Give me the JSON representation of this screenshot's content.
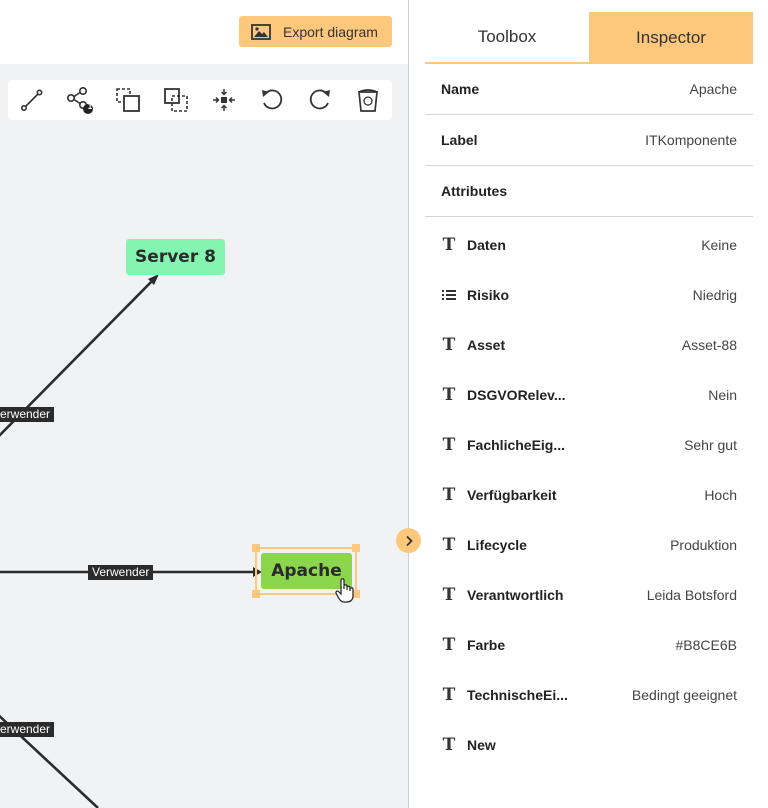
{
  "header": {
    "export_label": "Export diagram",
    "export_icon": "image-icon"
  },
  "toolbar": {
    "tools": [
      {
        "name": "connect-tool",
        "icon": "connector-icon"
      },
      {
        "name": "share-tool",
        "icon": "share-icon",
        "badge": "1"
      },
      {
        "name": "select-area-tool",
        "icon": "select-area-icon"
      },
      {
        "name": "group-tool",
        "icon": "group-icon"
      },
      {
        "name": "center-tool",
        "icon": "center-icon"
      },
      {
        "name": "undo-tool",
        "icon": "undo-icon"
      },
      {
        "name": "redo-tool",
        "icon": "redo-icon"
      },
      {
        "name": "delete-tool",
        "icon": "trash-icon"
      }
    ]
  },
  "diagram": {
    "nodes": [
      {
        "label": "Server 8",
        "color": "#83F5B0"
      },
      {
        "label": "Apache",
        "color": "#8CD64D",
        "selected": true
      }
    ],
    "edge_labels": [
      "erwender",
      "Verwender",
      "erwender"
    ]
  },
  "tabs": [
    {
      "label": "Toolbox",
      "active": false
    },
    {
      "label": "Inspector",
      "active": true
    }
  ],
  "inspector": {
    "name_key": "Name",
    "name_value": "Apache",
    "label_key": "Label",
    "label_value": "ITKomponente",
    "attributes_heading": "Attributes",
    "attributes": [
      {
        "icon": "text-icon",
        "key": "Daten",
        "value": "Keine"
      },
      {
        "icon": "list-icon",
        "key": "Risiko",
        "value": "Niedrig"
      },
      {
        "icon": "text-icon",
        "key": "Asset",
        "value": "Asset-88"
      },
      {
        "icon": "text-icon",
        "key": "DSGVORelev...",
        "value": "Nein"
      },
      {
        "icon": "text-icon",
        "key": "FachlicheEig...",
        "value": "Sehr gut"
      },
      {
        "icon": "text-icon",
        "key": "Verfügbarkeit",
        "value": "Hoch"
      },
      {
        "icon": "text-icon",
        "key": "Lifecycle",
        "value": "Produktion"
      },
      {
        "icon": "text-icon",
        "key": "Verantwortlich",
        "value": "Leida Botsford"
      },
      {
        "icon": "text-icon",
        "key": "Farbe",
        "value": "#B8CE6B"
      },
      {
        "icon": "text-icon",
        "key": "TechnischeEi...",
        "value": "Bedingt geeignet"
      },
      {
        "icon": "text-icon",
        "key": "New",
        "value": ""
      }
    ]
  },
  "colors": {
    "accent": "#FDC87C",
    "edge": "#2B2B2B",
    "canvas": "#F1F2F4"
  }
}
